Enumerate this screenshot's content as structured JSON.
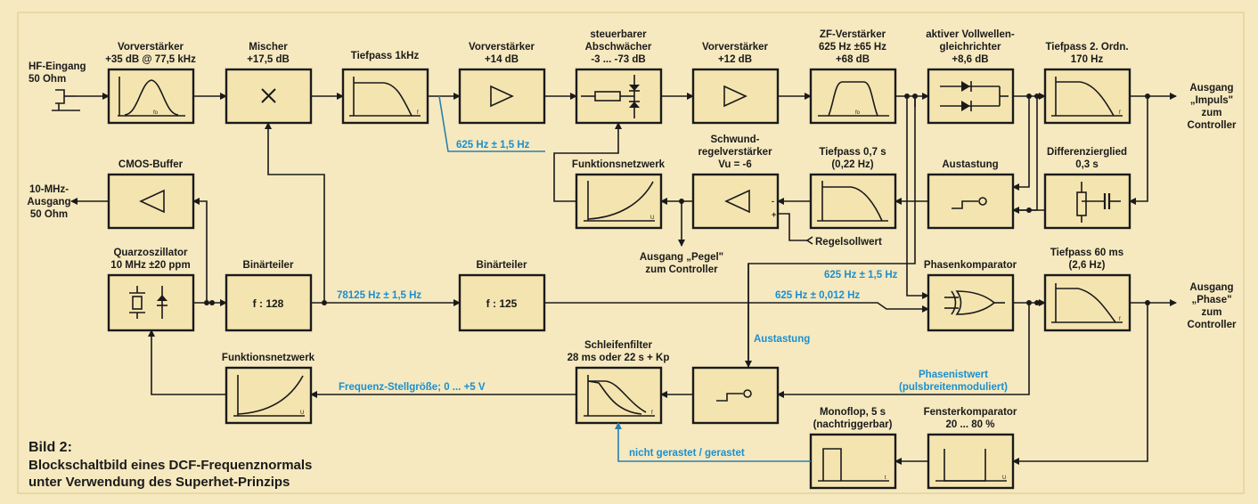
{
  "caption": {
    "title": "Bild 2:",
    "line1": "Blockschaltbild eines DCF-Frequenznormals",
    "line2": "unter Verwendung des Superhet-Prinzips"
  },
  "blocks": {
    "vorverstaerker1": [
      "Vorverstärker",
      "+35 dB @ 77,5 kHz"
    ],
    "mischer": [
      "Mischer",
      "+17,5 dB"
    ],
    "tiefpass1k": [
      "Tiefpass 1kHz"
    ],
    "vorverstaerker2": [
      "Vorverstärker",
      "+14 dB"
    ],
    "abschwaecher": [
      "steuerbarer",
      "Abschwächer",
      "-3 ... -73 dB"
    ],
    "vorverstaerker3": [
      "Vorverstärker",
      "+12 dB"
    ],
    "zf": [
      "ZF-Verstärker",
      "625 Hz ±65 Hz",
      "+68 dB"
    ],
    "gleichrichter": [
      "aktiver Vollwellen-",
      "gleichrichter",
      "+8,6 dB"
    ],
    "tiefpass2": [
      "Tiefpass 2. Ordn.",
      "170 Hz"
    ],
    "cmos": [
      "CMOS-Buffer"
    ],
    "funktionsnetz1": [
      "Funktionsnetzwerk"
    ],
    "schwund": [
      "Schwund-",
      "regelverstärker",
      "Vu = -6"
    ],
    "tiefpass07": [
      "Tiefpass 0,7 s",
      "(0,22 Hz)"
    ],
    "austastung": [
      "Austastung"
    ],
    "differenzier": [
      "Differenzierglied",
      "0,3 s"
    ],
    "quarz": [
      "Quarzoszillator",
      "10 MHz ±20 ppm"
    ],
    "binaer1": [
      "Binärteiler"
    ],
    "binaer2": [
      "Binärteiler"
    ],
    "phasenkomp": [
      "Phasenkomparator"
    ],
    "tiefpass60": [
      "Tiefpass 60 ms",
      "(2,6 Hz)"
    ],
    "funktionsnetz2": [
      "Funktionsnetzwerk"
    ],
    "schleifenfilter": [
      "Schleifenfilter",
      "28 ms oder 22 s + Kp"
    ],
    "monoflop": [
      "Monoflop, 5 s",
      "(nachtriggerbar)"
    ],
    "fensterkomp": [
      "Fensterkomparator",
      "20 ... 80 %"
    ]
  },
  "divider1": "f : 128",
  "divider2": "f : 125",
  "io": {
    "hf_in": [
      "HF-Eingang",
      "50 Ohm"
    ],
    "out10": [
      "10-MHz-",
      "Ausgang",
      "50 Ohm"
    ],
    "out_impuls": [
      "Ausgang",
      "„Impuls\"",
      "zum",
      "Controller"
    ],
    "out_phase": [
      "Ausgang",
      "„Phase\"",
      "zum",
      "Controller"
    ],
    "out_pegel": [
      "Ausgang „Pegel\"",
      "zum Controller"
    ],
    "regelsoll": "Regelsollwert"
  },
  "signals": {
    "s625_a": "625 Hz ± 1,5 Hz",
    "s78125": "78125 Hz ± 1,5 Hz",
    "s625_b": "625 Hz ± 1,5 Hz",
    "s625_c": "625 Hz ± 0,012 Hz",
    "austastung": "Austastung",
    "phasenist": [
      "Phasenistwert",
      "(pulsbreitenmoduliert)"
    ],
    "frequenz": "Frequenz-Stellgröße; 0 ... +5 V",
    "geraste": "nicht gerastet / gerastet"
  },
  "symbols": {
    "fo": "fo",
    "f": "f",
    "U": "U",
    "t": "t",
    "minus": "-",
    "plus": "+"
  },
  "colors": {
    "background": "#f6e9bf",
    "block_fill": "#f4e4b0",
    "signal_blue": "#1b8fd0"
  }
}
